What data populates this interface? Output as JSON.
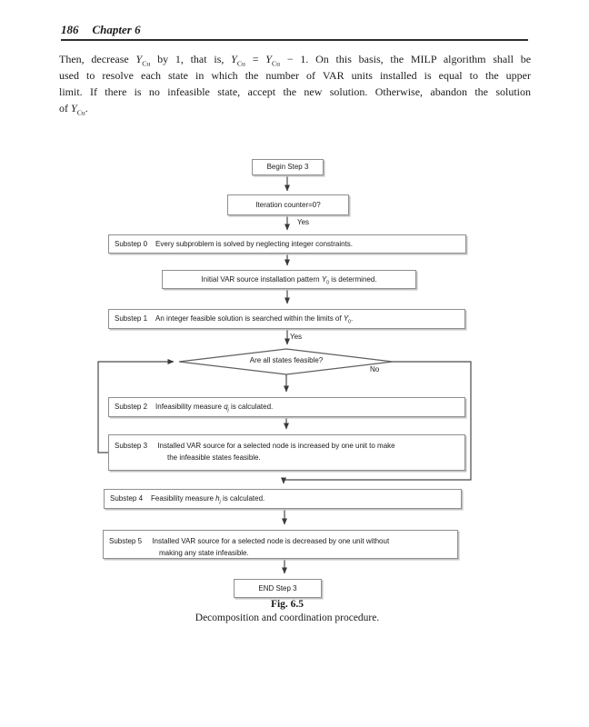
{
  "colors": {
    "ink": "#1c1c1c",
    "box_border": "#8f8f8f",
    "connector": "#4a4a4a"
  },
  "page": {
    "header": {
      "number": "186",
      "chapter": "Chapter 6"
    }
  },
  "paragraph": {
    "lines": [
      [
        {
          "t": "Then, decrease "
        },
        {
          "t": "Y",
          "i": true
        },
        {
          "t": "Cu",
          "sub": true
        },
        {
          "t": " by 1, that is, "
        },
        {
          "t": "Y",
          "i": true
        },
        {
          "t": "Cu",
          "sub": true
        },
        {
          "t": " = "
        },
        {
          "t": "Y",
          "i": true
        },
        {
          "t": "Cu",
          "sub": true
        },
        {
          "t": " − 1. On this basis, the MILP algorithm shall be"
        }
      ],
      [
        {
          "t": "used to resolve each state in which the number of VAR units installed is equal to the upper"
        }
      ],
      [
        {
          "t": "limit. If there is no infeasible state, accept the new solution. Otherwise, abandon the solution"
        }
      ],
      [
        {
          "t": "of "
        },
        {
          "t": "Y",
          "i": true
        },
        {
          "t": "Cu",
          "sub": true
        },
        {
          "t": "."
        }
      ]
    ]
  },
  "flowchart": {
    "begin": "Begin Step 3",
    "iteration": "Iteration counter=0?",
    "labels": {
      "yes1": "Yes",
      "yes2": "Yes",
      "no": "No"
    },
    "substep0": {
      "label": "Substep 0",
      "segments": [
        {
          "t": "Every subproblem is solved by neglecting integer constraints."
        }
      ]
    },
    "init": {
      "segments": [
        {
          "t": "Initial VAR source installation pattern "
        },
        {
          "t": "Y",
          "i": true
        },
        {
          "t": "0",
          "sub": true
        },
        {
          "t": " is determined."
        }
      ]
    },
    "substep1": {
      "label": "Substep 1",
      "segments": [
        {
          "t": "An integer feasible solution is searched within the limits of "
        },
        {
          "t": "Y",
          "i": true
        },
        {
          "t": "0",
          "sub": true
        },
        {
          "t": "."
        }
      ]
    },
    "decision": "Are all states feasible?",
    "substep2": {
      "label": "Substep 2",
      "segments": [
        {
          "t": "Infeasibility measure "
        },
        {
          "t": "q",
          "i": true
        },
        {
          "t": "j",
          "sub": true,
          "i": true
        },
        {
          "t": " is calculated."
        }
      ]
    },
    "substep3": {
      "label": "Substep 3",
      "line1": [
        {
          "t": "Installed VAR source for a selected node is increased by one unit to make"
        }
      ],
      "line2": [
        {
          "t": "the infeasible states feasible."
        }
      ]
    },
    "substep4": {
      "label": "Substep 4",
      "segments": [
        {
          "t": "Feasibility measure "
        },
        {
          "t": "h",
          "i": true
        },
        {
          "t": "j",
          "sub": true,
          "i": true
        },
        {
          "t": " is calculated."
        }
      ]
    },
    "substep5": {
      "label": "Substep 5",
      "line1": [
        {
          "t": "Installed VAR source for a selected node is decreased by one unit without"
        }
      ],
      "line2": [
        {
          "t": "making any state infeasible."
        }
      ]
    },
    "end": "END Step 3"
  },
  "caption": {
    "number": "Fig. 6.5",
    "text": "Decomposition and coordination procedure."
  }
}
